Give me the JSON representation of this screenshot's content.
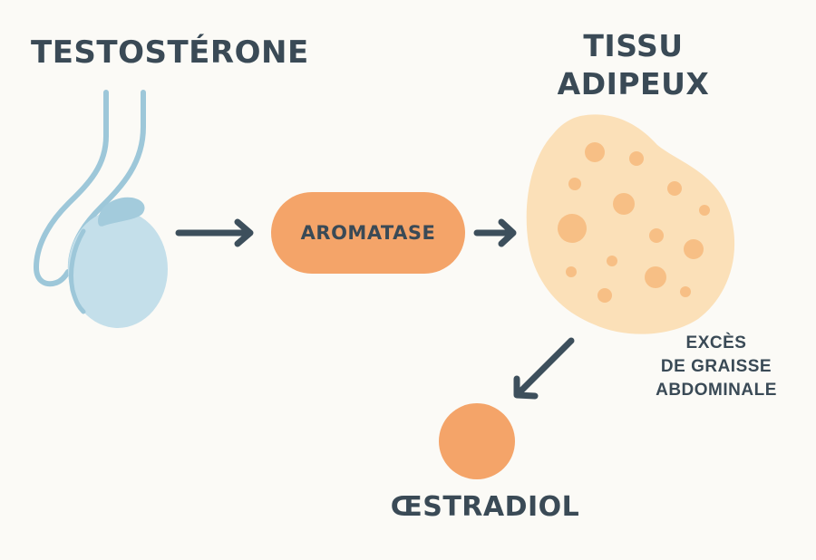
{
  "diagram": {
    "title_source": "TESTOSTÉRONE",
    "enzyme": "AROMATASE",
    "tissue_title_line1": "TISSU",
    "tissue_title_line2": "ADIPEUX",
    "note_line1": "EXCÈS",
    "note_line2": "DE GRAISSE",
    "note_line3": "ABDOMINALE",
    "product": "ŒSTRADIOL"
  },
  "colors": {
    "background": "#fbfaf6",
    "text": "#3a4a56",
    "enzyme_fill": "#f4a469",
    "product_fill": "#f4a469",
    "tissue_fill": "#fbe0b8",
    "tissue_spots": "#f7bf85",
    "testis_fill": "#c4dfea",
    "testis_stroke": "#9dc7d9"
  }
}
